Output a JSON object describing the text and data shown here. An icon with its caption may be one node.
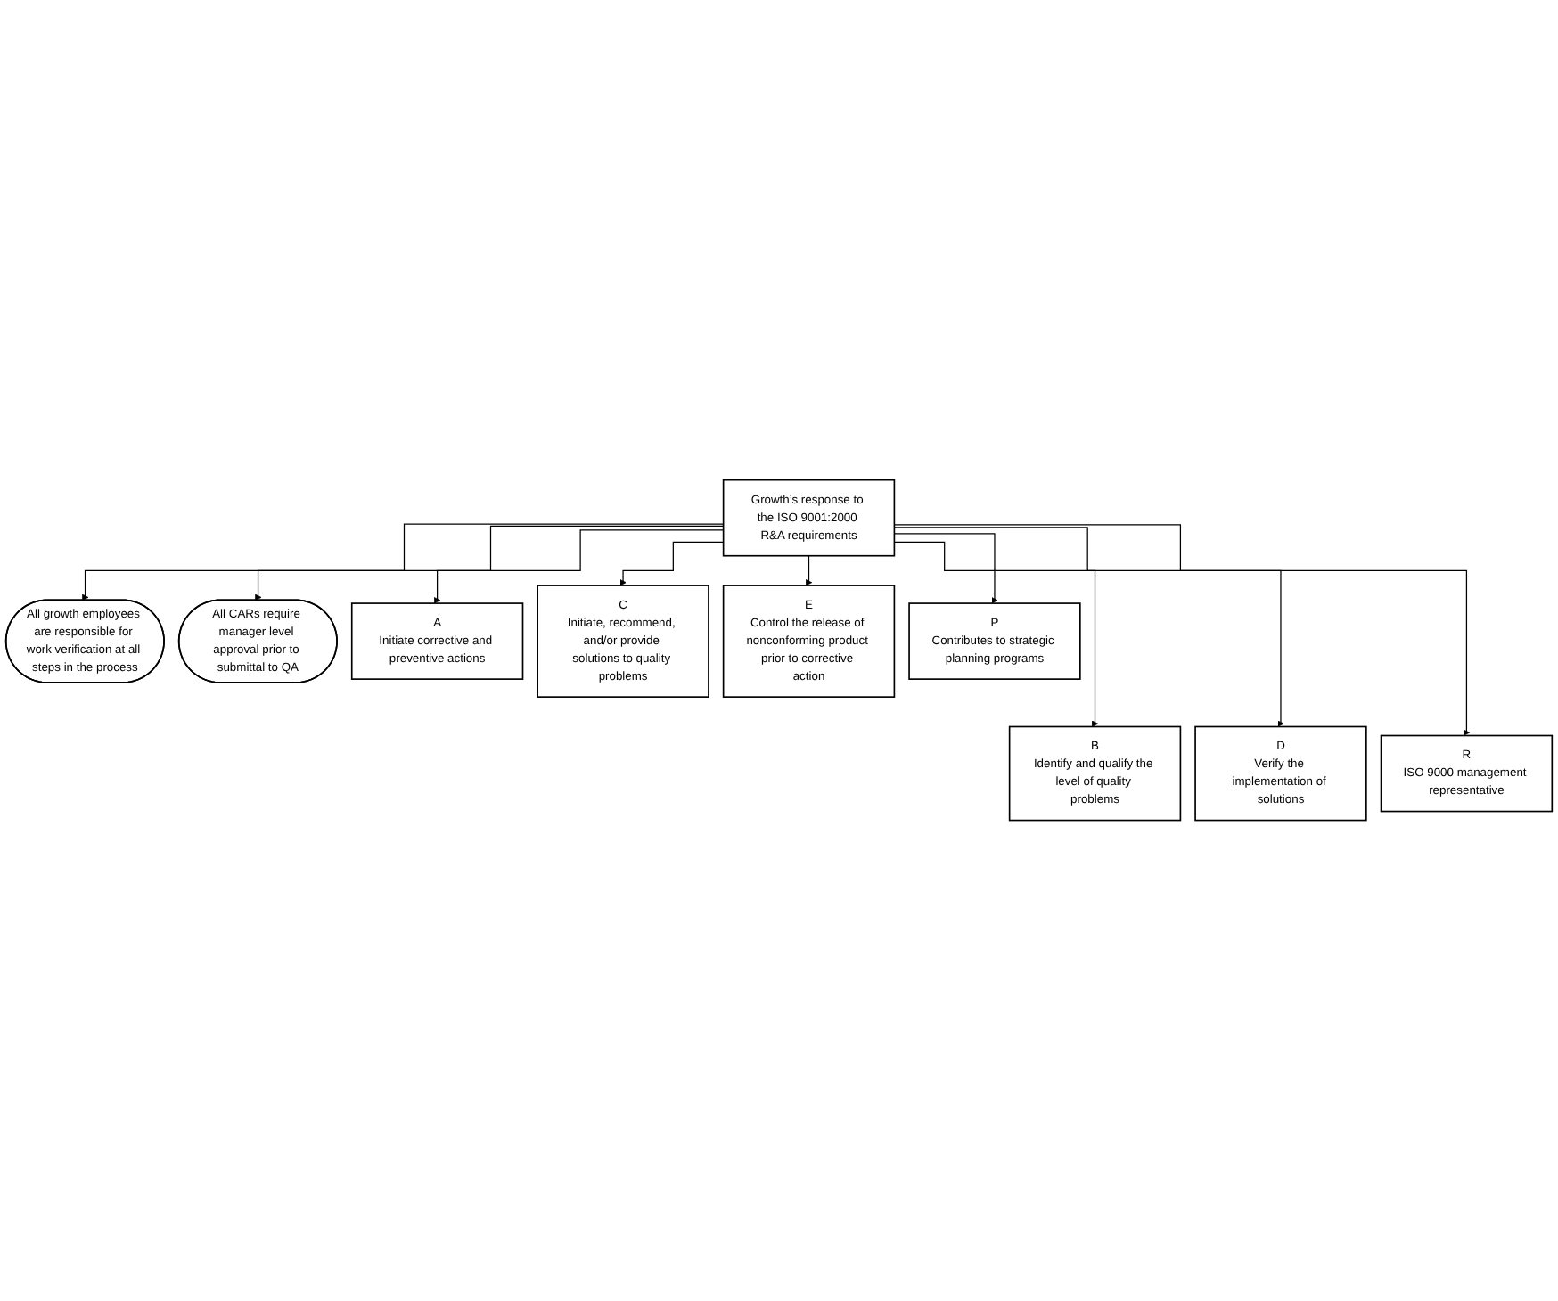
{
  "diagram": {
    "nodes": [
      {
        "text": [
          "Growth’s response to the ISO 9001:2000 R&A requirements"
        ]
      },
      {
        "text": [
          "All growth employees are responsible for work verification at all steps in the process"
        ]
      },
      {
        "text": [
          "All CARs require manager level approval prior to submittal to QA"
        ]
      },
      {
        "text": [
          "A",
          "Initiate corrective and preventive actions"
        ]
      },
      {
        "text": [
          "C",
          "Initiate, recommend, and/or provide solutions to quality problems"
        ]
      },
      {
        "text": [
          "E",
          "Control the release of nonconforming product prior to corrective action"
        ]
      },
      {
        "text": [
          "P",
          "Contributes to strategic planning programs"
        ]
      },
      {
        "text": [
          "B",
          "Identify and qualify the level of quality problems"
        ]
      },
      {
        "text": [
          "D",
          "Verify the implementation of solutions"
        ]
      },
      {
        "text": [
          "R",
          "ISO 9000 management representative"
        ]
      }
    ],
    "edges": [
      {
        "from": 0,
        "to": 1,
        "arrow": "to"
      },
      {
        "from": 0,
        "to": 2,
        "arrow": "to"
      },
      {
        "from": 0,
        "to": 3,
        "arrow": "to"
      },
      {
        "from": 0,
        "to": 7,
        "arrow": "to"
      },
      {
        "from": 0,
        "to": 4,
        "arrow": "to"
      },
      {
        "from": 0,
        "to": 8,
        "arrow": "to"
      },
      {
        "from": 0,
        "to": 5,
        "arrow": "to"
      },
      {
        "from": 0,
        "to": 9,
        "arrow": "to"
      },
      {
        "from": 0,
        "to": 6,
        "arrow": "to"
      }
    ]
  }
}
